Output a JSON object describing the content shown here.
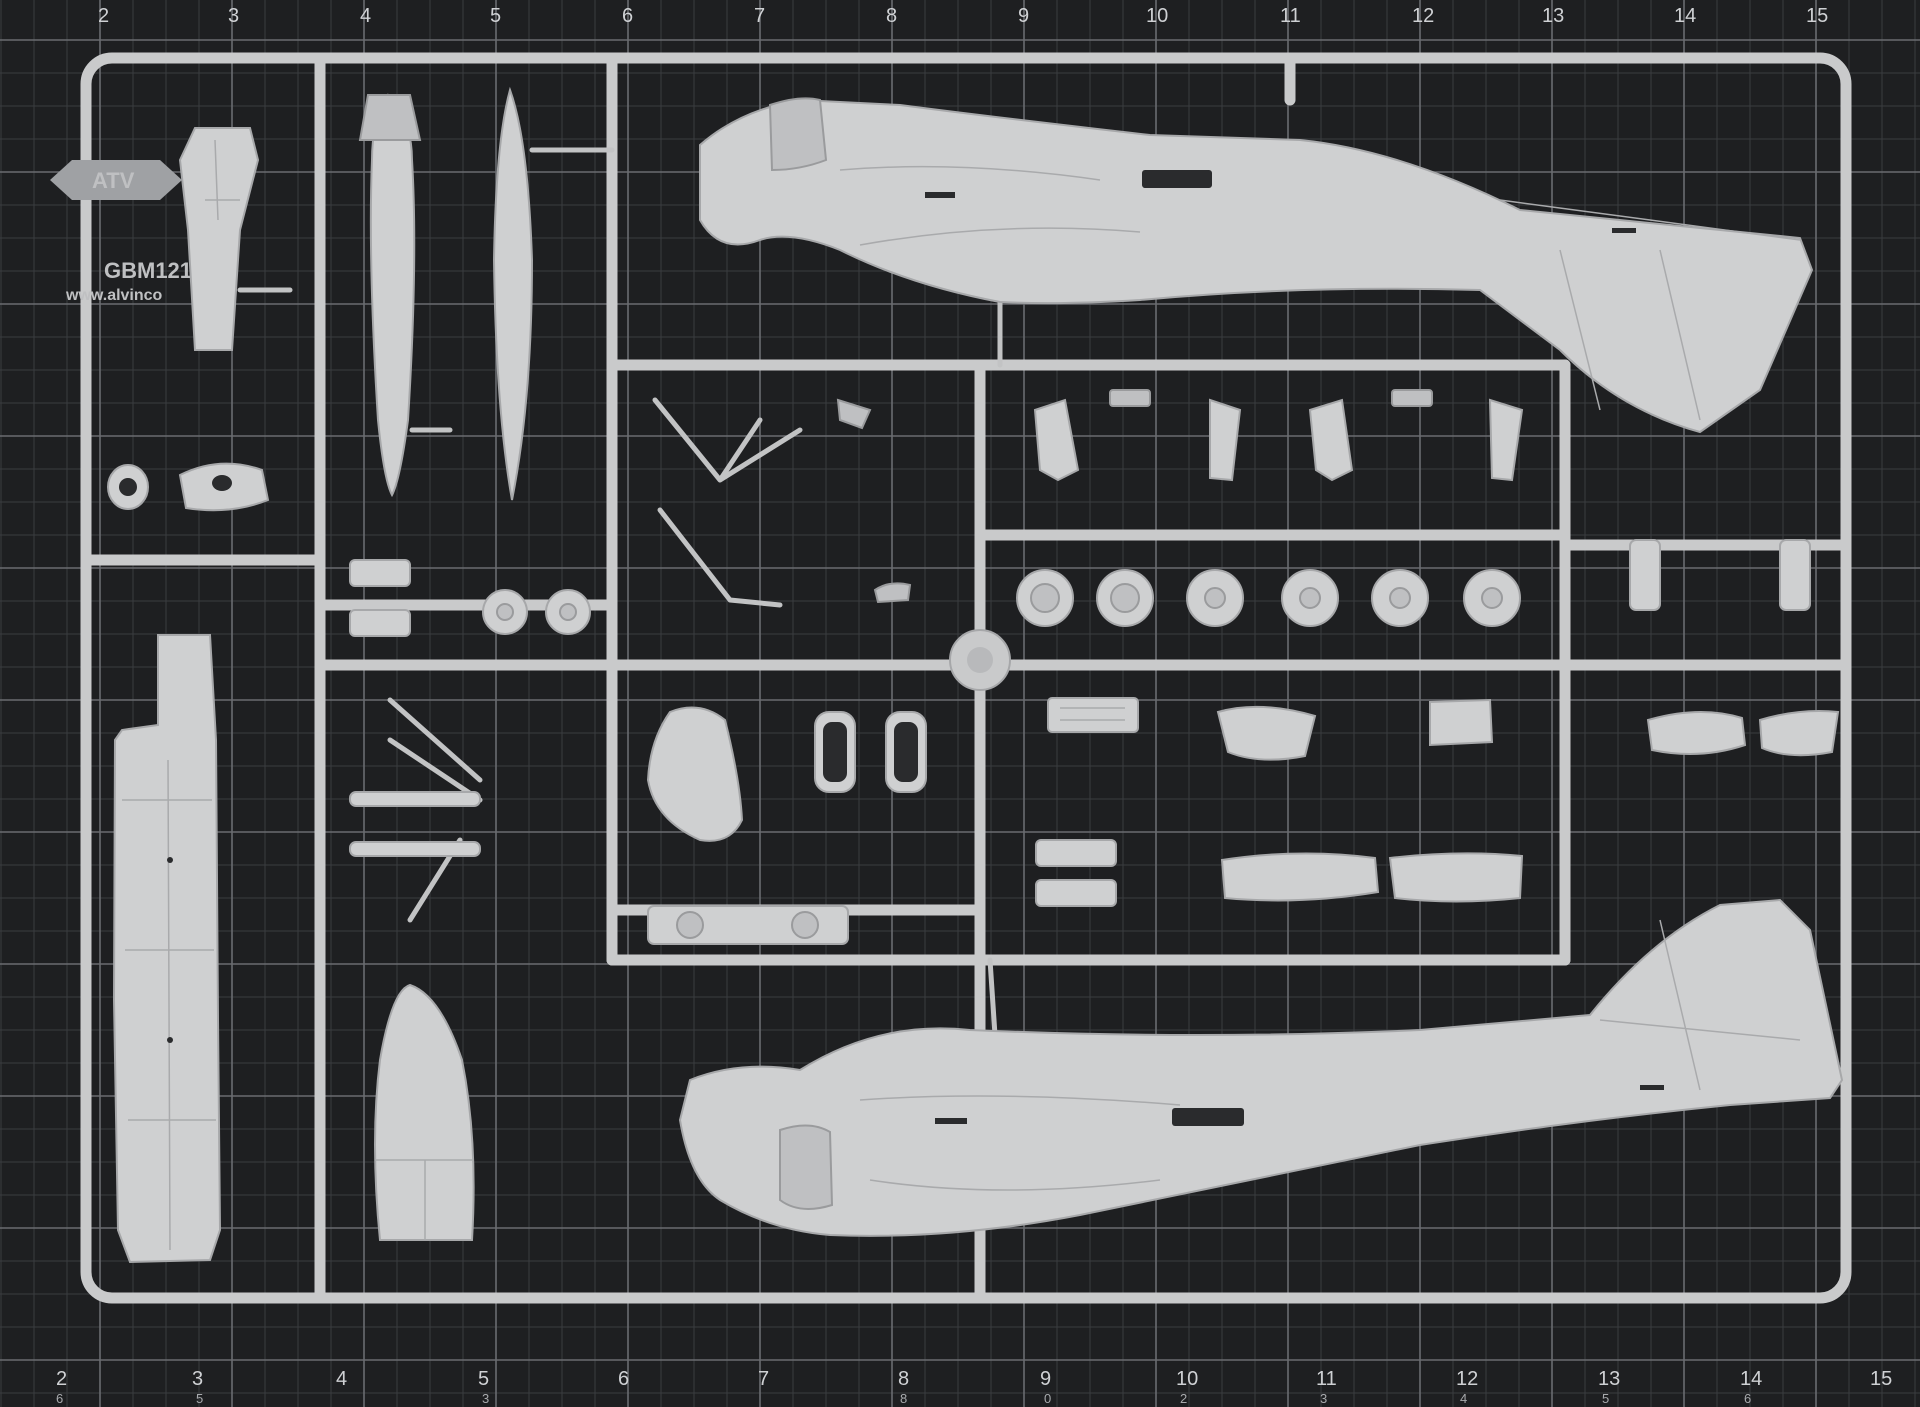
{
  "mat": {
    "top_ruler": [
      "2",
      "3",
      "4",
      "5",
      "6",
      "7",
      "8",
      "9",
      "10",
      "11",
      "12",
      "13",
      "14",
      "15"
    ],
    "bottom_ruler": [
      "2",
      "3",
      "4",
      "5",
      "6",
      "7",
      "8",
      "9",
      "10",
      "11",
      "12",
      "13",
      "14",
      "15"
    ],
    "bottom_sub": [
      "6",
      "5",
      "3",
      "8",
      "0",
      "2",
      "3",
      "4",
      "5",
      "6"
    ]
  },
  "branding": {
    "logo_mark": "ATV",
    "code": "GBM121",
    "url": "www.alvinco"
  },
  "colors": {
    "mat": "#1e1f21",
    "grid": "#6a6c70",
    "plastic": "#cfd0d1"
  }
}
